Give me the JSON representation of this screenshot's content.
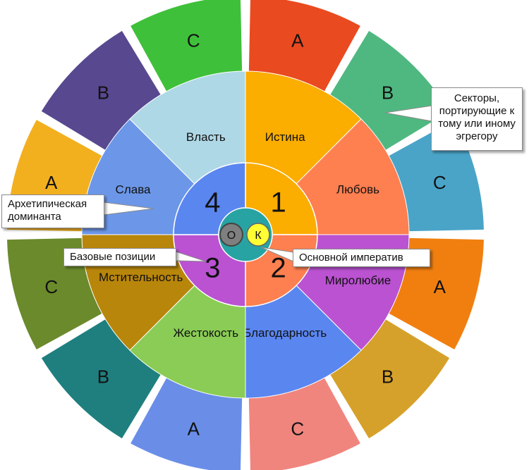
{
  "outer_ring": [
    {
      "label": "A",
      "color": "#ea4a1f"
    },
    {
      "label": "B",
      "color": "#4fb880"
    },
    {
      "label": "C",
      "color": "#4aa4c8"
    },
    {
      "label": "A",
      "color": "#f07f10"
    },
    {
      "label": "B",
      "color": "#d6a12a"
    },
    {
      "label": "C",
      "color": "#f0857e"
    },
    {
      "label": "A",
      "color": "#6a8ee8"
    },
    {
      "label": "B",
      "color": "#1f7f7f"
    },
    {
      "label": "C",
      "color": "#6b8a2c"
    },
    {
      "label": "A",
      "color": "#f2b01f"
    },
    {
      "label": "B",
      "color": "#57488f"
    },
    {
      "label": "C",
      "color": "#3fc03a"
    }
  ],
  "middle_ring": [
    {
      "label": "Истина",
      "color": "#fbad00"
    },
    {
      "label": "Любовь",
      "color": "#fe7f50"
    },
    {
      "label": "Миролюбие",
      "color": "#ba52d1"
    },
    {
      "label": "Благодарность",
      "color": "#5a86f0"
    },
    {
      "label": "Жестокость",
      "color": "#8acc55"
    },
    {
      "label": "Мстительность",
      "color": "#b8860b"
    },
    {
      "label": "Слава",
      "color": "#6c97e8"
    },
    {
      "label": "Власть",
      "color": "#afd8e6"
    }
  ],
  "inner_ring": [
    {
      "label": "1",
      "color": "#fbad00"
    },
    {
      "label": "2",
      "color": "#fe7f50"
    },
    {
      "label": "3",
      "color": "#ba52d1"
    },
    {
      "label": "4",
      "color": "#5a86f0"
    }
  ],
  "center": {
    "disc_color": "#28a3a3",
    "o_label": "О",
    "o_color": "#7f7f7f",
    "k_label": "К",
    "k_color": "#ffff33"
  },
  "callouts": {
    "sectors_lines": [
      "Секторы,",
      "портирующие к",
      "тому или иному",
      "эгрегору"
    ],
    "archetype_lines": [
      "Архетипическая",
      "доминанта"
    ],
    "base_positions": "Базовые позиции",
    "imperative": "Основной императив"
  }
}
